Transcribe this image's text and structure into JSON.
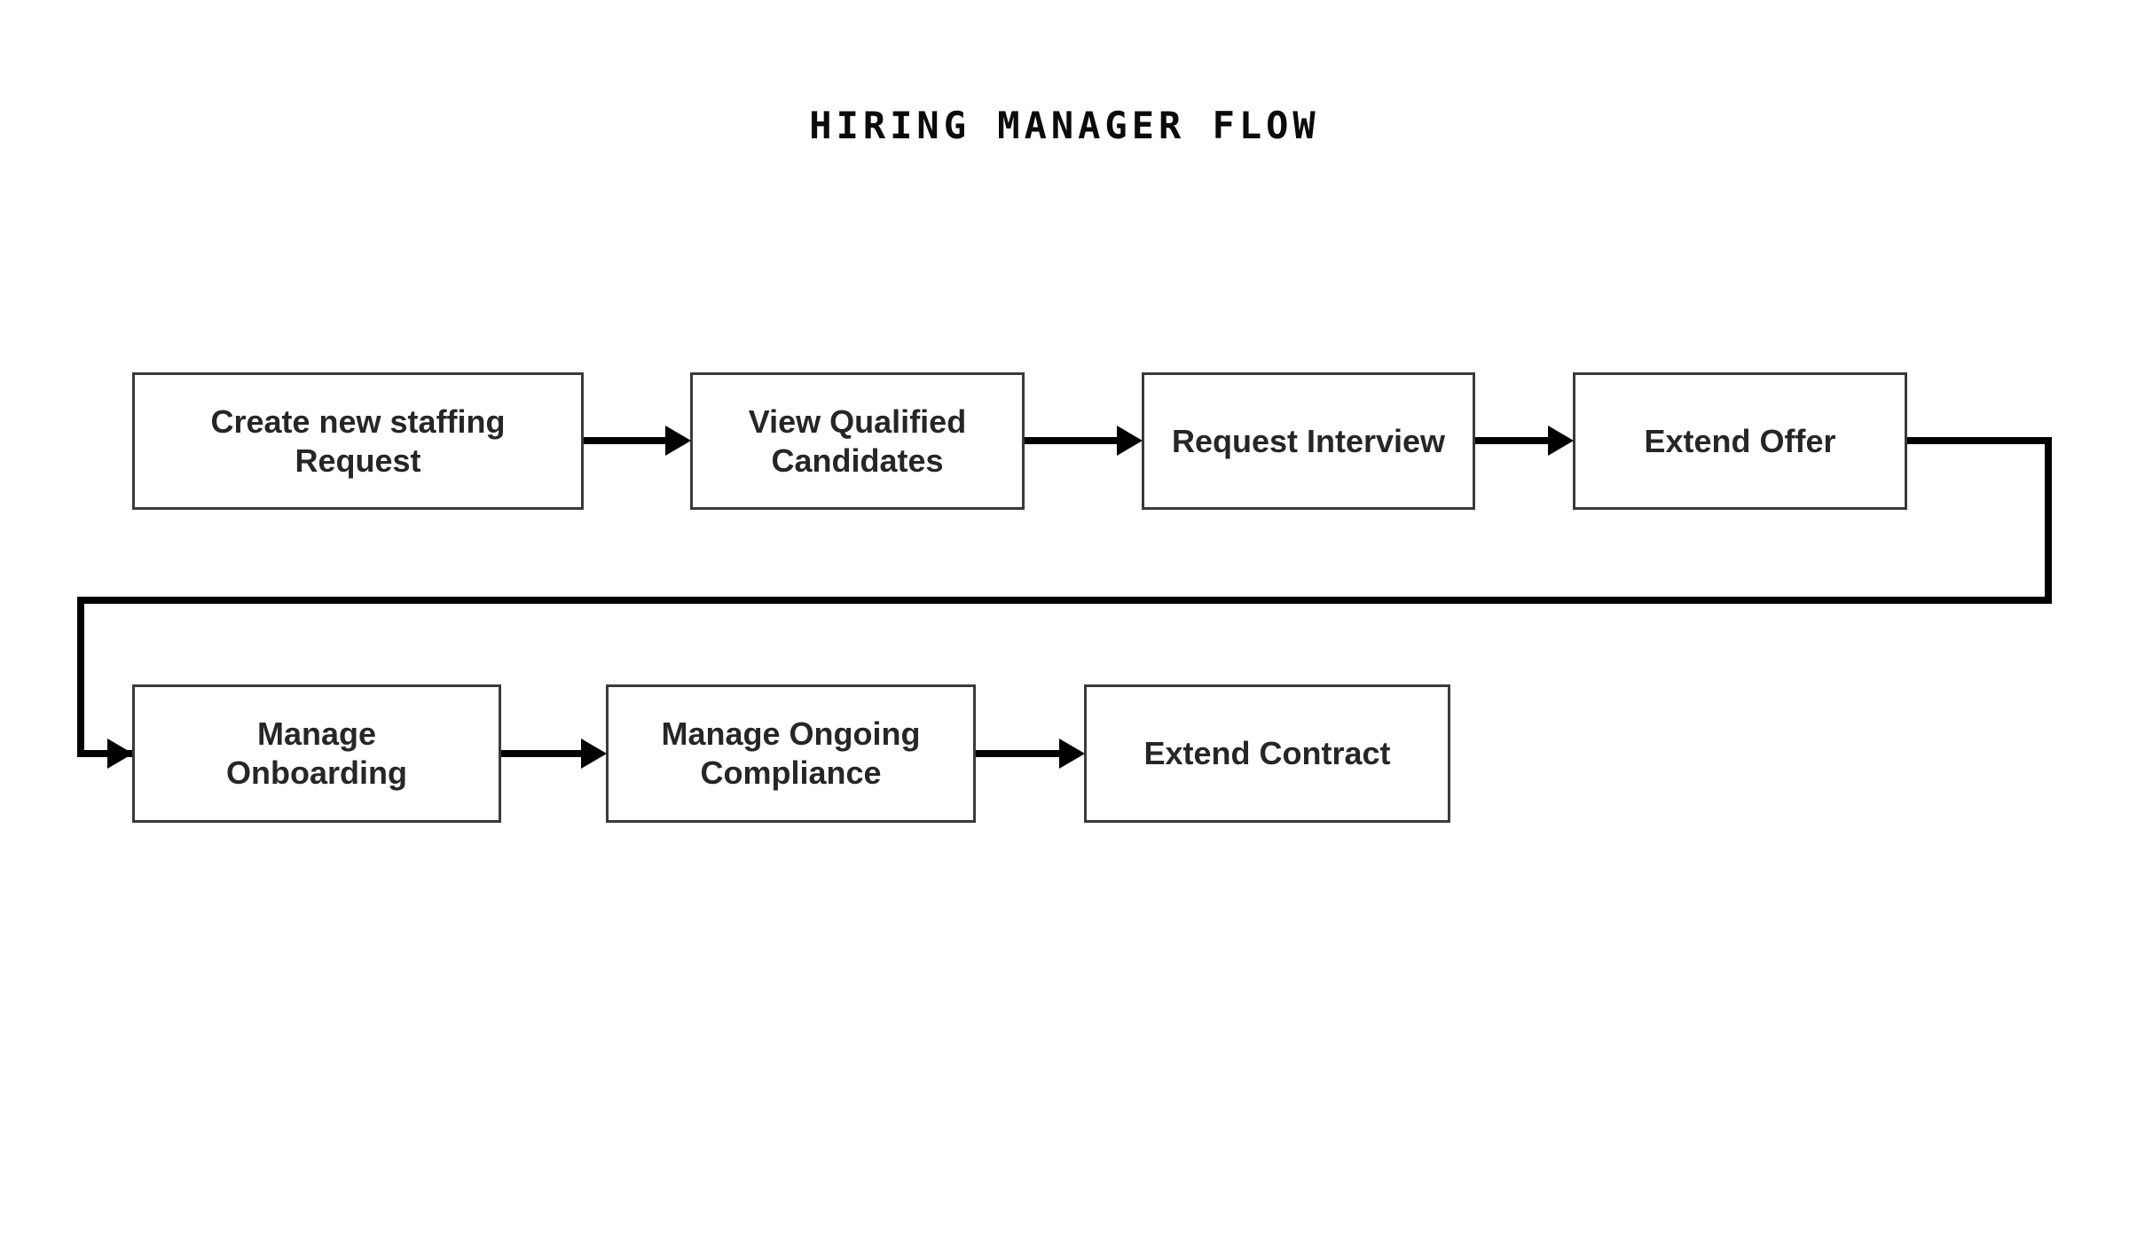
{
  "diagram": {
    "title": "HIRING MANAGER FLOW",
    "type": "flowchart",
    "orientation": "left-to-right-wrapping",
    "background_color": "#ffffff",
    "node_border_color": "#3a3a3a",
    "node_fill_color": "#ffffff",
    "node_text_color": "#262626",
    "connector_color": "#000000",
    "rows": [
      {
        "row_index": 0,
        "nodes": [
          {
            "id": "create-new-staffing-request",
            "label": "Create new staffing\nRequest",
            "order": 1
          },
          {
            "id": "view-qualified-candidates",
            "label": "View Qualified\nCandidates",
            "order": 2
          },
          {
            "id": "request-interview",
            "label": "Request Interview",
            "order": 3
          },
          {
            "id": "extend-offer",
            "label": "Extend Offer",
            "order": 4
          }
        ]
      },
      {
        "row_index": 1,
        "nodes": [
          {
            "id": "manage-onboarding",
            "label": "Manage\nOnboarding",
            "order": 5
          },
          {
            "id": "manage-ongoing-compliance",
            "label": "Manage Ongoing\nCompliance",
            "order": 6
          },
          {
            "id": "extend-contract",
            "label": "Extend Contract",
            "order": 7
          }
        ]
      }
    ],
    "connections": [
      {
        "from": "create-new-staffing-request",
        "to": "view-qualified-candidates",
        "style": "straight-arrow"
      },
      {
        "from": "view-qualified-candidates",
        "to": "request-interview",
        "style": "straight-arrow"
      },
      {
        "from": "request-interview",
        "to": "extend-offer",
        "style": "straight-arrow"
      },
      {
        "from": "extend-offer",
        "to": "manage-onboarding",
        "style": "wrap-arrow"
      },
      {
        "from": "manage-onboarding",
        "to": "manage-ongoing-compliance",
        "style": "straight-arrow"
      },
      {
        "from": "manage-ongoing-compliance",
        "to": "extend-contract",
        "style": "straight-arrow"
      }
    ]
  }
}
